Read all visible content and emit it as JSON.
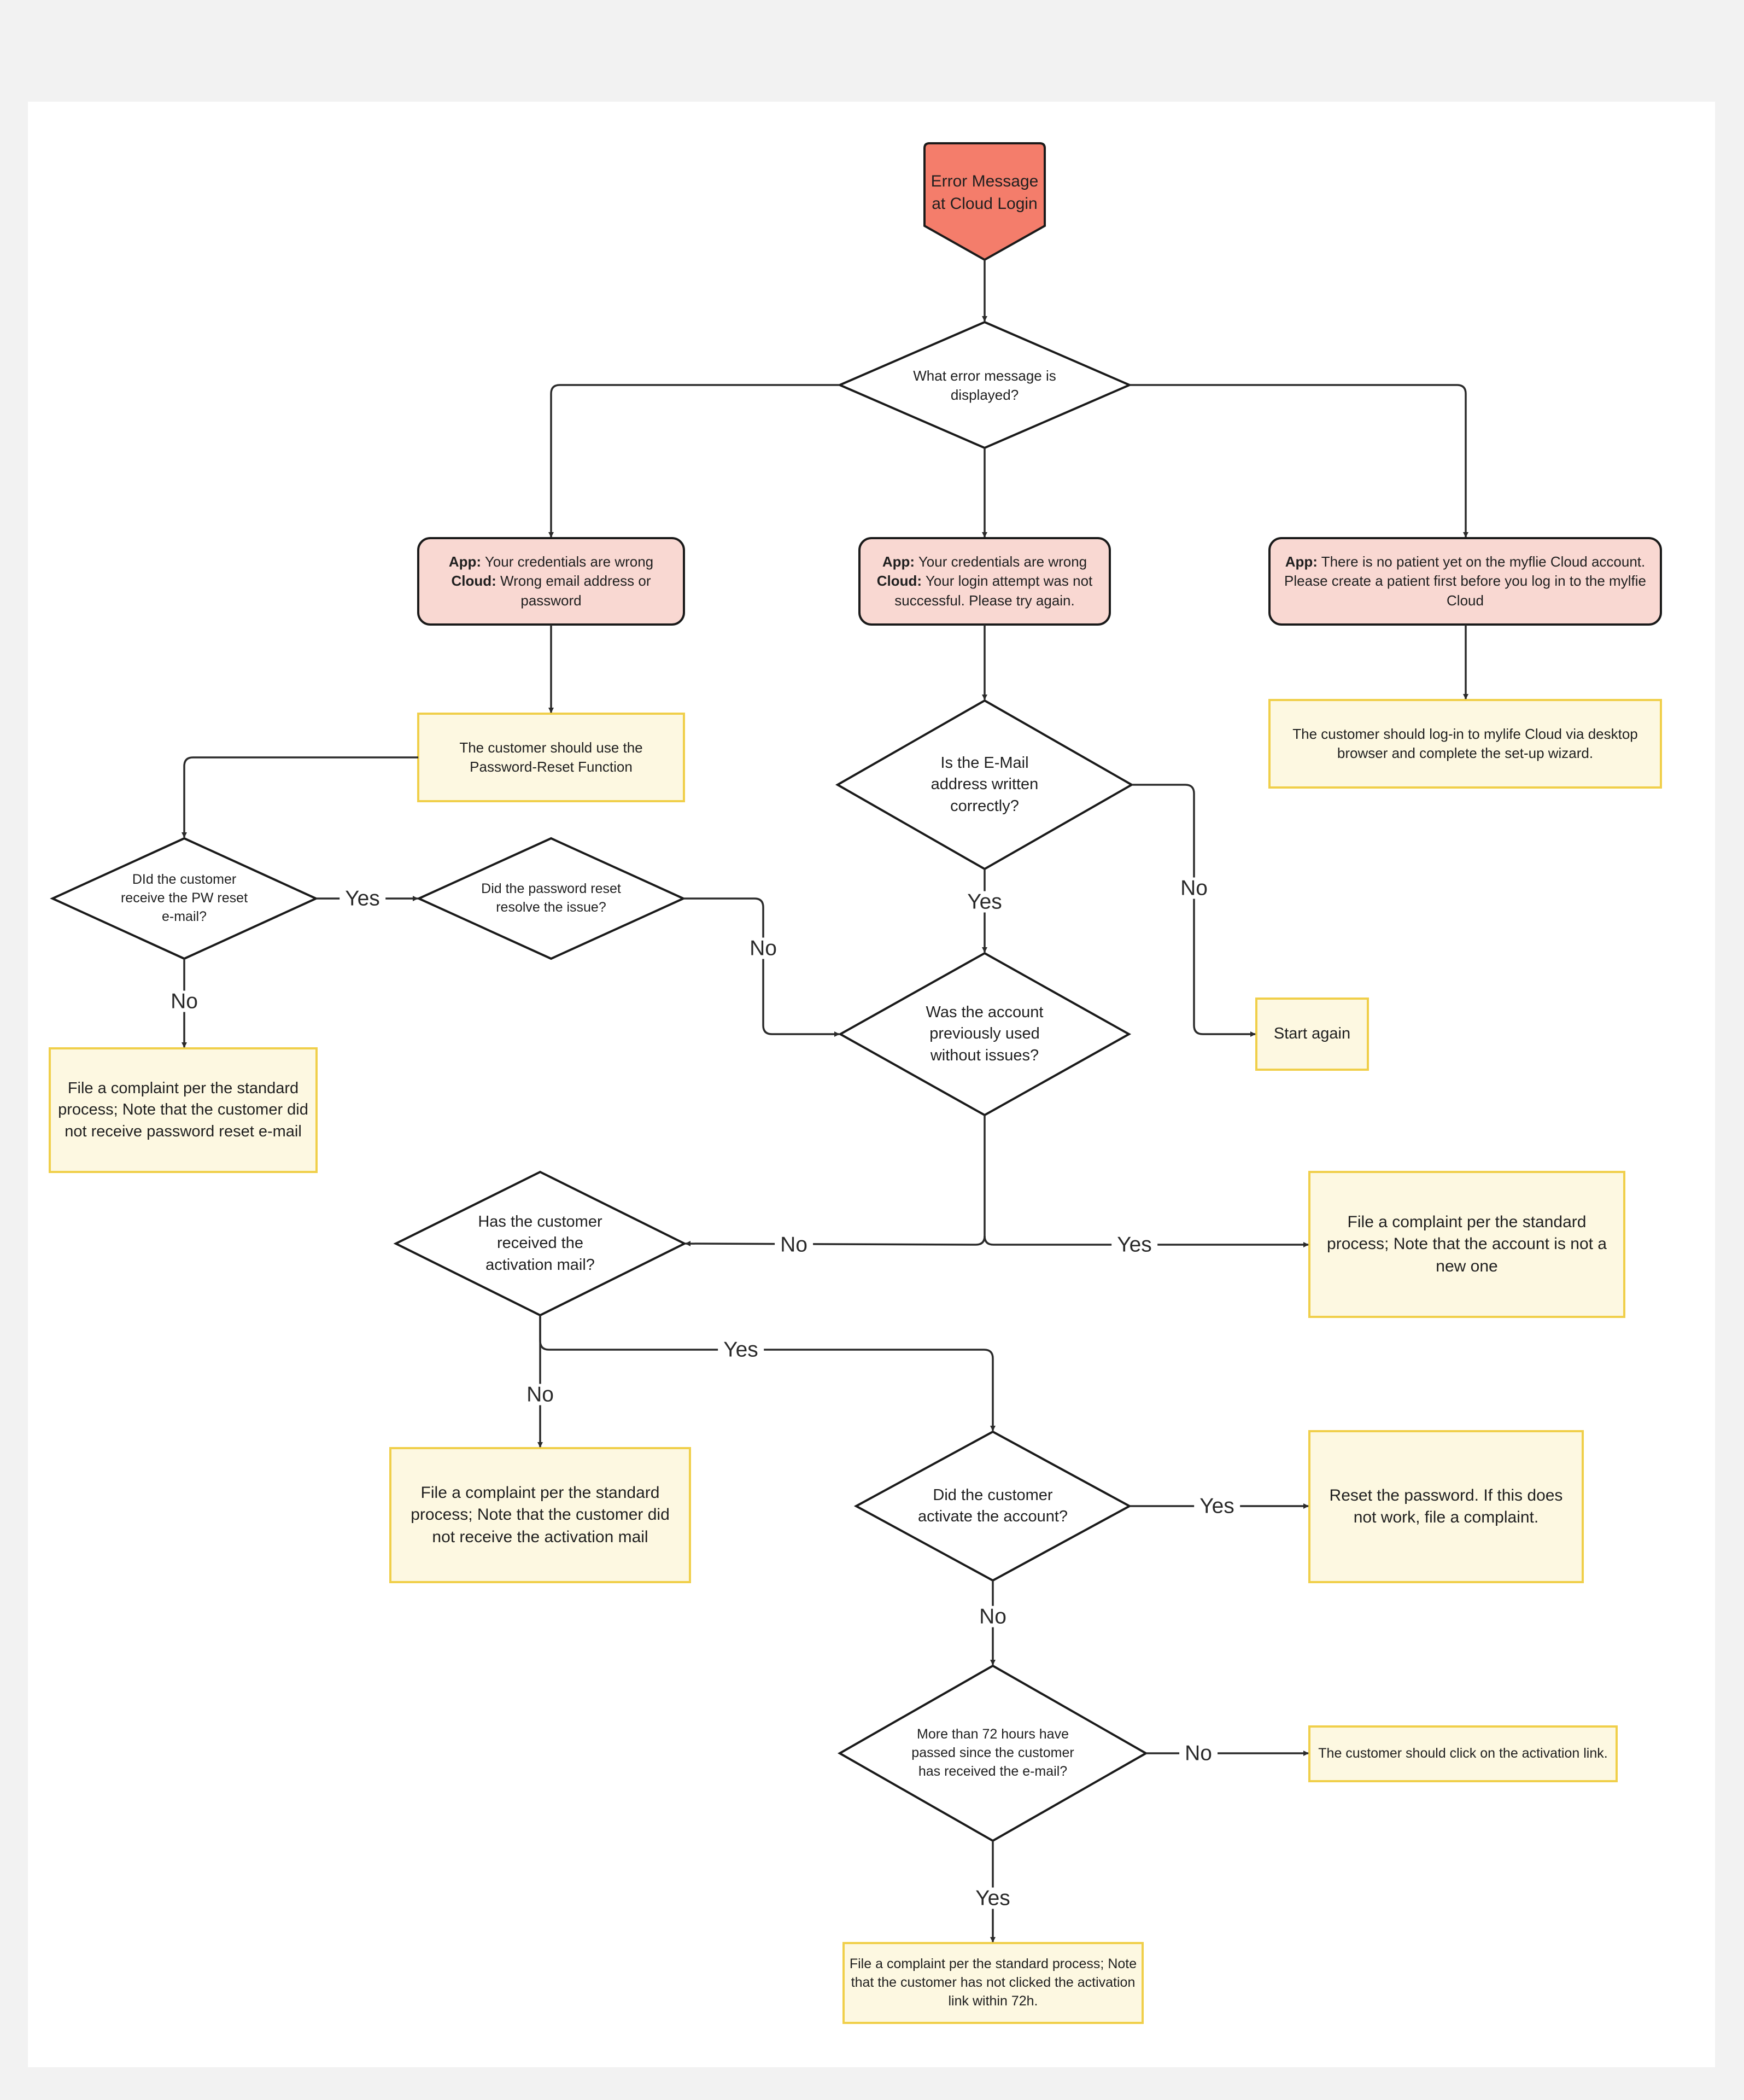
{
  "nodes": {
    "start": "Error Message at Cloud Login",
    "q_error": "What error message is displayed?",
    "err1": {
      "app_label": "App:",
      "app_text": "Your credentials are wrong",
      "cloud_label": "Cloud:",
      "cloud_text": "Wrong email address or password"
    },
    "err2": {
      "app_label": "App:",
      "app_text": "Your credentials are wrong",
      "cloud_label": "Cloud:",
      "cloud_text": "Your login attempt was not successful. Please try again."
    },
    "err3": {
      "app_label": "App:",
      "app_text": "There is no patient yet on the myflie Cloud account. Please create a patient first before you log in to the mylfie Cloud"
    },
    "pw_reset": "The customer should use the Password-Reset Function",
    "setup_wizard": "The customer should log-in to mylife Cloud via desktop browser and complete the set-up wizard.",
    "q_pw_email": "DId the customer receive the PW reset e-mail?",
    "q_pw_resolve": "Did the password reset resolve the issue?",
    "q_email_correct": "Is the E-Mail address written correctly?",
    "start_again": "Start again",
    "complaint_pw": "File a complaint per the standard process; Note that the customer did not receive password reset e-mail",
    "q_prev_used": "Was the account previously used without issues?",
    "q_activation_mail": "Has the customer received the activation mail?",
    "complaint_not_new": "File a complaint per the standard process; Note that the account is not a new one",
    "complaint_no_activation": "File a complaint per the standard process; Note that the customer did not receive the activation mail",
    "q_activated": "Did the customer activate the account?",
    "reset_password": "Reset the password. If this does not work, file a complaint.",
    "q_72h": "More than 72 hours have passed since the customer has received the e-mail?",
    "click_link": "The customer should click on the activation link.",
    "complaint_72h": "File a complaint per the standard process; Note that the customer has not clicked the activation link within 72h."
  },
  "labels": {
    "yes": "Yes",
    "no": "No"
  },
  "colors": {
    "start_fill": "#f47d6b",
    "error_fill": "#f9d8d2",
    "action_fill": "#fdf8e1",
    "action_stroke": "#f0cf4a",
    "line": "#2b2b2b"
  }
}
